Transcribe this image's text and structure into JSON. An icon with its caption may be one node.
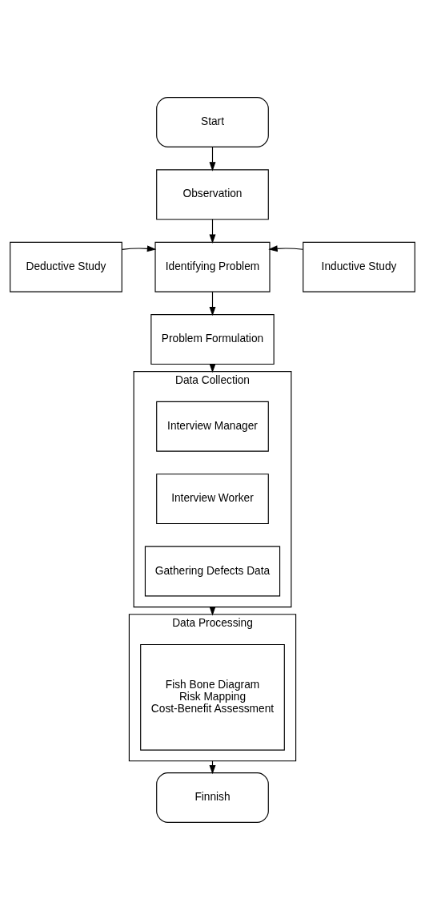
{
  "diagram": {
    "nodes": [
      {
        "text": [
          "Start"
        ]
      },
      {
        "text": [
          "Observation"
        ]
      },
      {
        "text": [
          "Deductive Study"
        ]
      },
      {
        "text": [
          "Identifying Problem"
        ]
      },
      {
        "text": [
          "Inductive Study"
        ]
      },
      {
        "text": [
          "Problem Formulation"
        ]
      },
      {
        "text": [
          "Data Collection"
        ]
      },
      {
        "text": [
          "Interview Manager"
        ],
        "in": 6
      },
      {
        "text": [
          "Interview Worker"
        ],
        "in": 6
      },
      {
        "text": [
          "Gathering Defects Data"
        ],
        "in": 6
      },
      {
        "text": [
          "Data Processing"
        ]
      },
      {
        "text": [
          "Fish Bone Diagram",
          "Risk Mapping",
          "Cost-Benefit Assessment"
        ],
        "in": 10
      },
      {
        "text": [
          "Finnish"
        ]
      }
    ],
    "edges": [
      {
        "from": 0,
        "to": 1,
        "arrow": "to"
      },
      {
        "from": 1,
        "to": 3,
        "arrow": "to"
      },
      {
        "from": 2,
        "to": 3,
        "arrow": "to"
      },
      {
        "from": 4,
        "to": 3,
        "arrow": "to"
      },
      {
        "from": 3,
        "to": 5,
        "arrow": "to"
      },
      {
        "from": 5,
        "to": 6,
        "arrow": "to"
      },
      {
        "from": 6,
        "to": 10,
        "arrow": "to"
      },
      {
        "from": 10,
        "to": 12,
        "arrow": "to"
      }
    ]
  }
}
